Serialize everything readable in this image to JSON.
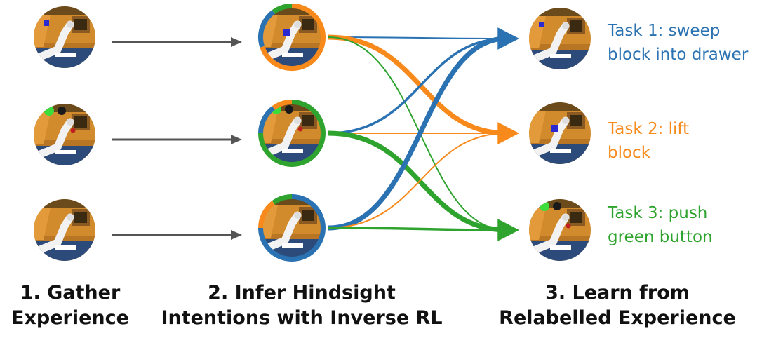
{
  "colors": {
    "gray": "#808080",
    "blue": "#2a72b2",
    "orange": "#f88a1c",
    "green": "#2ea32e",
    "arrow_gray": "#555555",
    "wood": "#d18a2c",
    "table_dark": "#5a4018",
    "floor_blue": "#2c4a7a",
    "robot_white": "#f2f2f2"
  },
  "tasks": [
    {
      "line1": "Task 1: sweep",
      "line2": "block into drawer",
      "color": "#2a72b2"
    },
    {
      "line1": "Task 2: lift",
      "line2": "block",
      "color": "#f88a1c"
    },
    {
      "line1": "Task 3: push",
      "line2": "green button",
      "color": "#2ea32e"
    }
  ],
  "steps": [
    {
      "line1": "1. Gather",
      "line2": "Experience"
    },
    {
      "line1": "2. Infer Hindsight",
      "line2": "Intentions with Inverse RL"
    },
    {
      "line1": "3. Learn from",
      "line2": "Relabelled Experience"
    }
  ],
  "gather_rings": [
    "gray",
    "gray",
    "gray"
  ],
  "inferred_rings": [
    [
      {
        "color": "orange",
        "fraction": 0.7
      },
      {
        "color": "blue",
        "fraction": 0.2
      },
      {
        "color": "green",
        "fraction": 0.1
      }
    ],
    [
      {
        "color": "green",
        "fraction": 0.75
      },
      {
        "color": "blue",
        "fraction": 0.15
      },
      {
        "color": "orange",
        "fraction": 0.1
      }
    ],
    [
      {
        "color": "blue",
        "fraction": 0.75
      },
      {
        "color": "orange",
        "fraction": 0.15
      },
      {
        "color": "green",
        "fraction": 0.1
      }
    ]
  ],
  "relabel_flows": [
    {
      "from": 0,
      "to": 0,
      "color": "blue",
      "weight": "thin"
    },
    {
      "from": 0,
      "to": 1,
      "color": "orange",
      "weight": "thick"
    },
    {
      "from": 0,
      "to": 2,
      "color": "green",
      "weight": "thin"
    },
    {
      "from": 1,
      "to": 0,
      "color": "blue",
      "weight": "medium"
    },
    {
      "from": 1,
      "to": 1,
      "color": "orange",
      "weight": "thin"
    },
    {
      "from": 1,
      "to": 2,
      "color": "green",
      "weight": "thick"
    },
    {
      "from": 2,
      "to": 0,
      "color": "blue",
      "weight": "thick"
    },
    {
      "from": 2,
      "to": 1,
      "color": "orange",
      "weight": "thin"
    },
    {
      "from": 2,
      "to": 2,
      "color": "green",
      "weight": "medium"
    }
  ],
  "task_scenes": [
    "sweep",
    "lift",
    "button"
  ],
  "gather_scenes": [
    "sweep",
    "button",
    "plain"
  ],
  "inferred_scenes": [
    "lift",
    "button",
    "plain"
  ]
}
